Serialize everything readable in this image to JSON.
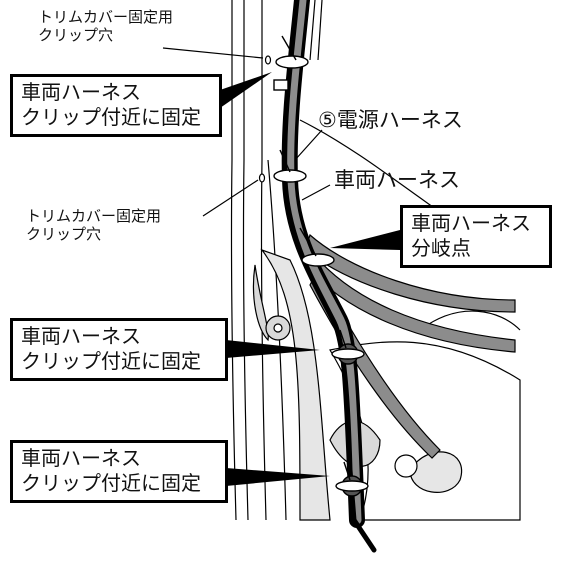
{
  "labels": {
    "trim_clip_hole_top": "トリムカバー固定用\nクリップ穴",
    "trim_clip_hole_mid": "トリムカバー固定用\nクリップ穴",
    "power_harness": "⑤電源ハーネス",
    "vehicle_harness": "車両ハーネス",
    "box_top_left": "車両ハーネス\nクリップ付近に固定",
    "box_branch": "車両ハーネス\n分岐点",
    "box_mid_left": "車両ハーネス\nクリップ付近に固定",
    "box_bottom_left": "車両ハーネス\nクリップ付近に固定"
  },
  "colors": {
    "ink": "#000000",
    "harness_fill": "#8c8c8c",
    "body_shade": "#d9d9d9",
    "background": "#ffffff"
  }
}
